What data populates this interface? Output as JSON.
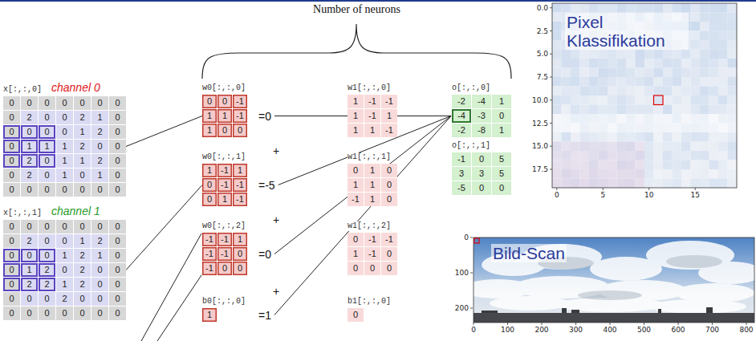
{
  "diagram": {
    "nodes": [
      {
        "text": [
          "x[:,:,0]",
          "0",
          "0",
          "0",
          "0",
          "0",
          "0",
          "0",
          "0",
          "2",
          "0",
          "0",
          "2",
          "1",
          "0",
          "0",
          "0",
          "0",
          "0",
          "1",
          "2",
          "0",
          "0",
          "1",
          "1",
          "1",
          "2",
          "0",
          "0",
          "0",
          "2",
          "0",
          "1",
          "1",
          "2",
          "0",
          "0",
          "2",
          "0",
          "1",
          "0",
          "1",
          "0",
          "0",
          "0",
          "0",
          "0",
          "0",
          "0",
          "0"
        ]
      },
      {
        "text": [
          "x[:,:,1]",
          "0",
          "0",
          "0",
          "0",
          "0",
          "0",
          "0",
          "0",
          "2",
          "0",
          "0",
          "1",
          "2",
          "0",
          "0",
          "0",
          "0",
          "1",
          "2",
          "1",
          "0",
          "0",
          "1",
          "2",
          "0",
          "2",
          "0",
          "0",
          "0",
          "2",
          "2",
          "1",
          "2",
          "0",
          "0",
          "0",
          "0",
          "0",
          "2",
          "0",
          "0",
          "0",
          "0",
          "0",
          "0",
          "0",
          "0",
          "0",
          "0"
        ]
      },
      {
        "text": [
          "w0[:,:,0]",
          "0",
          "0",
          "-1",
          "1",
          "1",
          "-1",
          "1",
          "0",
          "0"
        ]
      },
      {
        "text": [
          "w0[:,:,1]",
          "1",
          "-1",
          "1",
          "0",
          "-1",
          "-1",
          "0",
          "1",
          "-1"
        ]
      },
      {
        "text": [
          "w0[:,:,2]",
          "-1",
          "-1",
          "1",
          "-1",
          "-1",
          "0",
          "-1",
          "0",
          "0"
        ]
      },
      {
        "text": [
          "b0[:,:,0]",
          "1"
        ]
      },
      {
        "text": [
          "w1[:,:,0]",
          "1",
          "-1",
          "-1",
          "1",
          "-1",
          "1",
          "1",
          "1",
          "-1"
        ]
      },
      {
        "text": [
          "w1[:,:,1]",
          "0",
          "1",
          "0",
          "1",
          "1",
          "0",
          "-1",
          "1",
          "0"
        ]
      },
      {
        "text": [
          "w1[:,:,2]",
          "0",
          "-1",
          "-1",
          "1",
          "-1",
          "0",
          "0",
          "0",
          "0"
        ]
      },
      {
        "text": [
          "b1[:,:,0]",
          "0"
        ]
      },
      {
        "text": [
          "o[:,:,0]",
          "-2",
          "-4",
          "1",
          "-4",
          "-3",
          "0",
          "-2",
          "-8",
          "1"
        ]
      },
      {
        "text": [
          "o[:,:,1]",
          "-1",
          "0",
          "5",
          "3",
          "3",
          "5",
          "-5",
          "0",
          "0"
        ]
      }
    ],
    "edges": [
      {
        "from": 0,
        "to": 2,
        "arrow": "none"
      },
      {
        "from": 1,
        "to": 3,
        "arrow": "none"
      }
    ],
    "labels": [
      "Number of neurons",
      "channel 0",
      "channel 1",
      "=0",
      "+",
      "=-5",
      "+",
      "=0",
      "+",
      "=1",
      "Pixel Klassifikation",
      "0.0",
      "2.5",
      "5.0",
      "7.5",
      "10.0",
      "12.5",
      "15.0",
      "17.5",
      "0",
      "5",
      "10",
      "15",
      "Bild-Scan",
      "0",
      "100",
      "200",
      "0",
      "100",
      "200",
      "300",
      "400",
      "500",
      "600",
      "700",
      "800"
    ]
  }
}
